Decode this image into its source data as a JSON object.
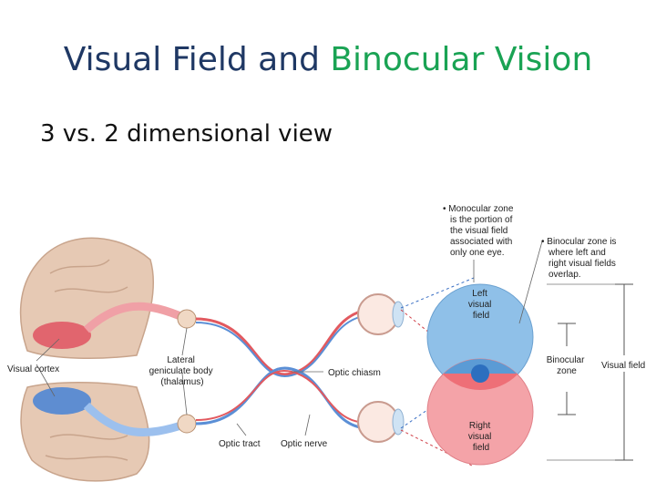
{
  "title": {
    "part1": "Visual Field and ",
    "part2": "Binocular Vision"
  },
  "subtitle": "3 vs. 2 dimensional view",
  "diagram": {
    "notes": {
      "monocular": [
        "• Monocular zone",
        "is the portion of",
        "the visual field",
        "associated with",
        "only one eye."
      ],
      "binocular": [
        "• Binocular zone is",
        "where left and",
        "right visual fields",
        "overlap."
      ]
    },
    "labels": {
      "visual_cortex": "Visual cortex",
      "lgb": [
        "Lateral",
        "geniculate body",
        "(thalamus)"
      ],
      "optic_chiasm": "Optic chiasm",
      "optic_tract": "Optic tract",
      "optic_nerve": "Optic nerve",
      "left_field": [
        "Left",
        "visual",
        "field"
      ],
      "right_field": [
        "Right",
        "visual",
        "field"
      ],
      "binocular_zone": [
        "Binocular",
        "zone"
      ],
      "visual_field": "Visual field"
    },
    "colors": {
      "left_field": "#8fc0e8",
      "right_field": "#f4a3a8",
      "overlap_top": "#5b9bd5",
      "overlap_bottom": "#ee6f77",
      "center": "#2c6fbf",
      "nerve_red": "#e2595f",
      "nerve_blue": "#5b8fd6",
      "brain": "#e6c9b4"
    }
  }
}
